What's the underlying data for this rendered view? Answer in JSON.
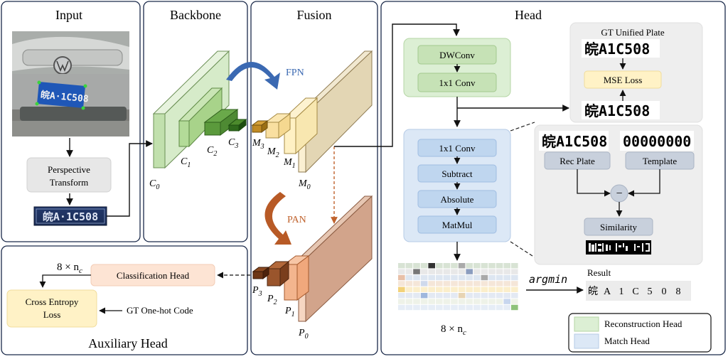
{
  "panels": {
    "input": "Input",
    "backbone": "Backbone",
    "fusion": "Fusion",
    "head": "Head",
    "auxiliary": "Auxiliary Head"
  },
  "input": {
    "car_plate": "皖A·1C508",
    "perspective": [
      "Perspective",
      "Transform"
    ],
    "rectified_plate": "皖A·1C508"
  },
  "backbone": {
    "labels": [
      "C",
      "C",
      "C",
      "C"
    ],
    "subs": [
      "0",
      "1",
      "2",
      "3"
    ]
  },
  "fusion": {
    "fpn": "FPN",
    "pan": "PAN",
    "m_labels": [
      "M",
      "M",
      "M",
      "M"
    ],
    "m_subs": [
      "0",
      "1",
      "2",
      "3"
    ],
    "p_labels": [
      "P",
      "P",
      "P",
      "P"
    ],
    "p_subs": [
      "0",
      "1",
      "2",
      "3"
    ]
  },
  "reconstruction": {
    "dwconv": "DWConv",
    "conv": "1x1 Conv"
  },
  "match": {
    "conv": "1x1 Conv",
    "subtract": "Subtract",
    "absolute": "Absolute",
    "matmul": "MatMul"
  },
  "gt_box": {
    "title": "GT Unified Plate",
    "plate": "皖A1C508",
    "loss": "MSE Loss"
  },
  "detail": {
    "rec_text": "皖A1C508",
    "template_text": "00000000",
    "rec_plate": "Rec Plate",
    "template": "Template",
    "minus": "−",
    "similarity": "Similarity"
  },
  "matrix": {
    "size_main": "8 × n",
    "size_sub": "c"
  },
  "result": {
    "argmin": "argmin",
    "label": "Result",
    "chars": [
      "皖",
      "A",
      "1",
      "C",
      "5",
      "0",
      "8"
    ]
  },
  "auxiliary": {
    "size_main": "8 × n",
    "size_sub": "c",
    "cls_head": "Classification Head",
    "ce_loss": [
      "Cross Entropy",
      "Loss"
    ],
    "gt_code": "GT One-hot Code"
  },
  "legend": {
    "reconstruction": "Reconstruction Head",
    "match": "Match Head"
  },
  "colors": {
    "green_fill": "#dcefd4",
    "green_box": "#c6e2b6",
    "blue_fill": "#dce8f6",
    "blue_box": "#bfd6ef",
    "yellow": "#fff2c6",
    "peach": "#fde4d4",
    "gray_box": "#e6e6e6",
    "fpn_arrow": "#3b69b2",
    "pan_arrow": "#b85a26"
  }
}
